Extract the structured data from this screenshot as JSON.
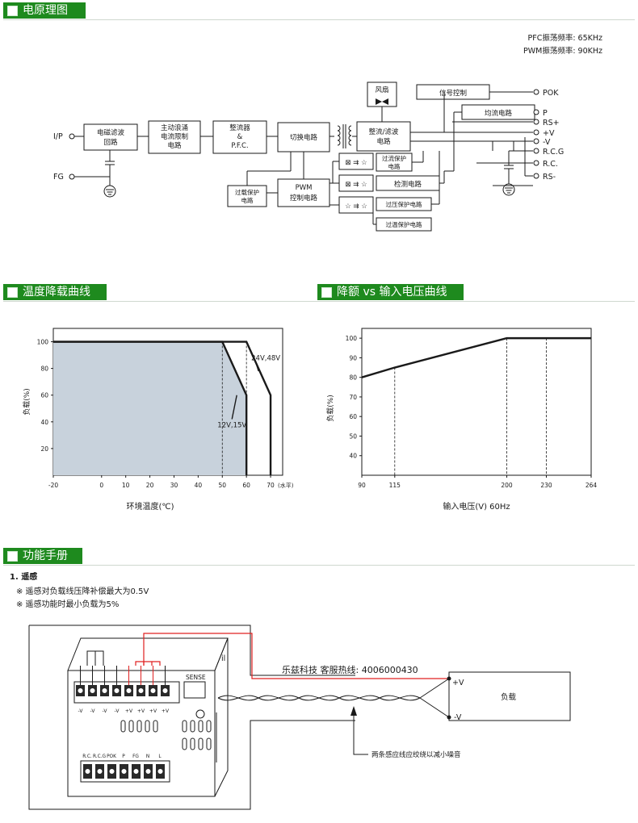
{
  "sections": {
    "block_diagram": "电原理图",
    "derating": "温度降载曲线",
    "input_derating": "降额 vs 输入电压曲线",
    "functions": "功能手册"
  },
  "block": {
    "pfc_freq": "PFC振荡频率: 65KHz",
    "pwm_freq": "PWM振荡频率: 90KHz",
    "ip": "I/P",
    "fg": "FG",
    "emi_1": "电磁滤波",
    "emi_2": "回路",
    "inrush_1": "主动浪涌",
    "inrush_2": "电流限制",
    "inrush_3": "电路",
    "pfc_1": "整流器",
    "pfc_2": "&",
    "pfc_3": "P.F.C.",
    "switch": "切换电路",
    "rect_1": "整流/滤波",
    "rect_2": "电路",
    "fan": "风扇",
    "signal": "信号控制",
    "current_share": "均流电路",
    "oc_1": "过流保护",
    "oc_2": "电路",
    "detect": "检测电路",
    "ov": "过压保护电路",
    "ot": "过温保护电路",
    "olp_1": "过载保护",
    "olp_2": "电路",
    "pwm_1": "PWM",
    "pwm_2": "控制电路",
    "pins": [
      "POK",
      "P",
      "RS+",
      "+V",
      "-V",
      "R.C.G",
      "R.C.",
      "RS-"
    ]
  },
  "chart_data": [
    {
      "type": "area",
      "title": "",
      "xlabel": "环境温度(℃)",
      "ylabel": "负载(%)",
      "x_unit": "(水平)",
      "xlim": [
        -20,
        75
      ],
      "ylim": [
        0,
        110
      ],
      "xticks": [
        "-20",
        "0",
        "10",
        "20",
        "30",
        "40",
        "50",
        "60",
        "70"
      ],
      "yticks": [
        "20",
        "40",
        "60",
        "80",
        "100"
      ],
      "series": [
        {
          "name": "12V,15V",
          "x": [
            -20,
            50,
            60,
            60
          ],
          "y": [
            100,
            100,
            60,
            0
          ]
        },
        {
          "name": "24V,48V",
          "x": [
            -20,
            60,
            70,
            70
          ],
          "y": [
            100,
            100,
            60,
            0
          ]
        }
      ]
    },
    {
      "type": "line",
      "title": "",
      "xlabel": "输入电压(V) 60Hz",
      "ylabel": "负载(%)",
      "xlim": [
        90,
        264
      ],
      "ylim": [
        30,
        105
      ],
      "xticks": [
        "90",
        "115",
        "200",
        "230",
        "264"
      ],
      "yticks": [
        "40",
        "50",
        "60",
        "70",
        "80",
        "90",
        "100"
      ],
      "series": [
        {
          "name": "",
          "x": [
            90,
            115,
            200,
            264
          ],
          "y": [
            80,
            85,
            100,
            100
          ]
        }
      ]
    }
  ],
  "functions": {
    "item_title": "1. 遥感",
    "note_1": "※ 遥感对负载线压降补偿最大为0.5V",
    "note_2": "※ 遥感功能时最小负载为5%",
    "hotline": "乐兹科技 客服热线:  4006000430",
    "load": "负载",
    "plus_v": "+V",
    "minus_v": "-V",
    "twist_note": "两条感应线应绞绕以减小噪音",
    "terminal_top": [
      "-V",
      "-V",
      "-V",
      "-V",
      "+V",
      "+V",
      "+V",
      "+V"
    ],
    "terminal_bottom": [
      "R.C.",
      "R.C.G",
      "POK",
      "P",
      "FG",
      "N",
      "L"
    ]
  },
  "colors": {
    "section_bar": "#1e8a1e",
    "derating_fill": "#c8d2dc",
    "sense_wire": "#e02020"
  }
}
